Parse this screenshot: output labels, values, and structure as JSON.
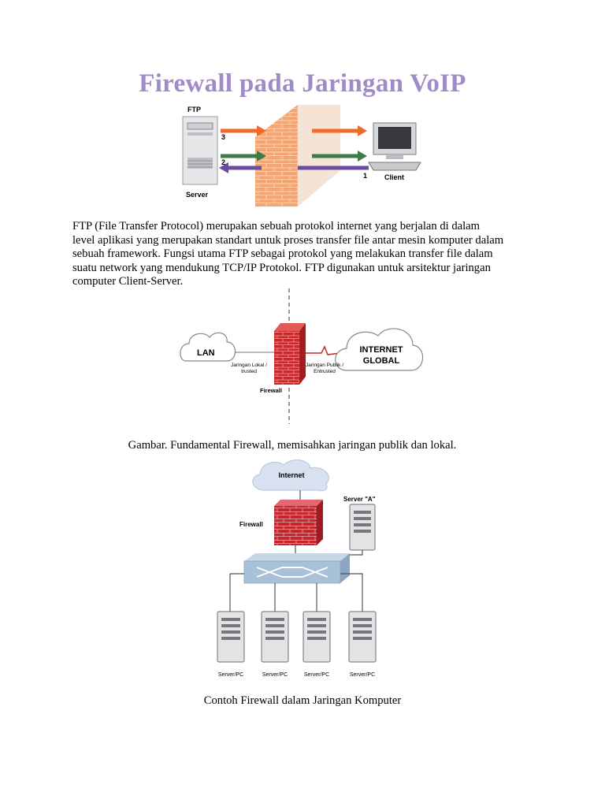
{
  "title": "Firewall pada Jaringan VoIP",
  "figure1": {
    "server_title": "FTP",
    "server_label": "Server",
    "client_label": "Client",
    "arrow_numbers": [
      "3",
      "2",
      "1"
    ]
  },
  "paragraph_lines": [
    "FTP (File Transfer Protocol) merupakan sebuah protokol internet yang berjalan di dalam",
    "level aplikasi yang merupakan standart untuk proses transfer file antar mesin komputer dalam",
    "sebuah framework. Fungsi utama FTP sebagai protokol yang melakukan transfer file dalam",
    "suatu network yang mendukung TCP/IP Protokol. FTP digunakan untuk arsitektur jaringan",
    "computer Client-Server."
  ],
  "figure2": {
    "lan_label": "LAN",
    "internet_line1": "INTERNET",
    "internet_line2": "GLOBAL",
    "left_label_line1": "Jaringan Lokal /",
    "left_label_line2": "trusted",
    "right_label_line1": "Jaringan Publik /",
    "right_label_line2": "Entrusted",
    "firewall_label": "Firewall"
  },
  "caption1": "Gambar. Fundamental Firewall, memisahkan jaringan publik dan lokal.",
  "figure3": {
    "internet_label": "Internet",
    "firewall_label": "Firewall",
    "server_a_label": "Server \"A\"",
    "pc_labels": [
      "Server/PC",
      "Server/PC",
      "Server/PC",
      "Server/PC"
    ]
  },
  "caption2": "Contoh Firewall dalam Jaringan Komputer"
}
